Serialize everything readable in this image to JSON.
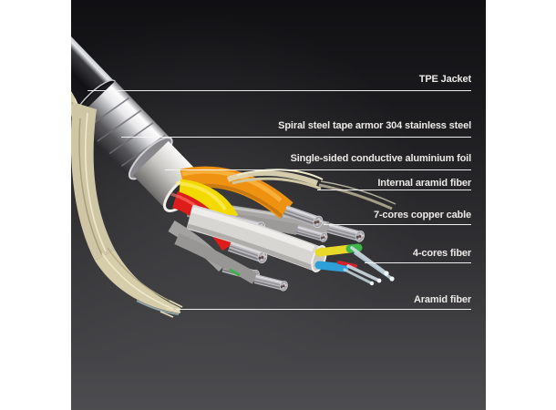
{
  "diagram": {
    "subject": "fiber-optic hybrid cable cutaway",
    "callouts": [
      {
        "id": "tpe-jacket",
        "text": "TPE Jacket"
      },
      {
        "id": "spiral-steel-armor",
        "text": "Spiral steel tape armor 304 stainless steel"
      },
      {
        "id": "aluminium-foil",
        "text": "Single-sided conductive aluminium foil"
      },
      {
        "id": "internal-aramid",
        "text": "Internal aramid fiber"
      },
      {
        "id": "copper-cores",
        "text": "7-cores copper cable"
      },
      {
        "id": "fiber-cores",
        "text": "4-cores fiber"
      },
      {
        "id": "aramid-fiber",
        "text": "Aramid fiber"
      }
    ],
    "colors": {
      "page_background": "#ffffff",
      "image_background_top": "#101013",
      "image_background_bottom": "#4d4d50",
      "label_text": "#ece9e6",
      "leader_line": "#f7f7f7",
      "tpe_jacket": "#17171b",
      "steel_armor": "#d9d9dc",
      "aluminium_foil": "#c9c8c5",
      "wire_orange": "#ef9212",
      "wire_yellow": "#f2da00",
      "wire_red": "#de1d1b",
      "wire_gray": "#a3a2a0",
      "copper_strands": "#b9b8bc",
      "fiber_tube": "#d7d6d3",
      "fiber_core_green": "#3cb54a",
      "fiber_core_yellow": "#e8d827",
      "fiber_core_blue": "#2f9fd9",
      "fiber_core_red": "#cf2430",
      "aramid": "#d3caa8"
    }
  }
}
